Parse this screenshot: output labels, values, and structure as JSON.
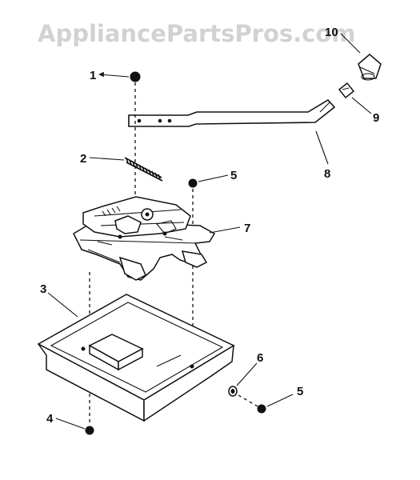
{
  "watermark": "AppliancePartsPros.com",
  "callouts": {
    "c1": "1",
    "c2": "2",
    "c3": "3",
    "c4": "4",
    "c5a": "5",
    "c5b": "5",
    "c6": "6",
    "c7": "7",
    "c8": "8",
    "c9": "9",
    "c10": "10"
  }
}
